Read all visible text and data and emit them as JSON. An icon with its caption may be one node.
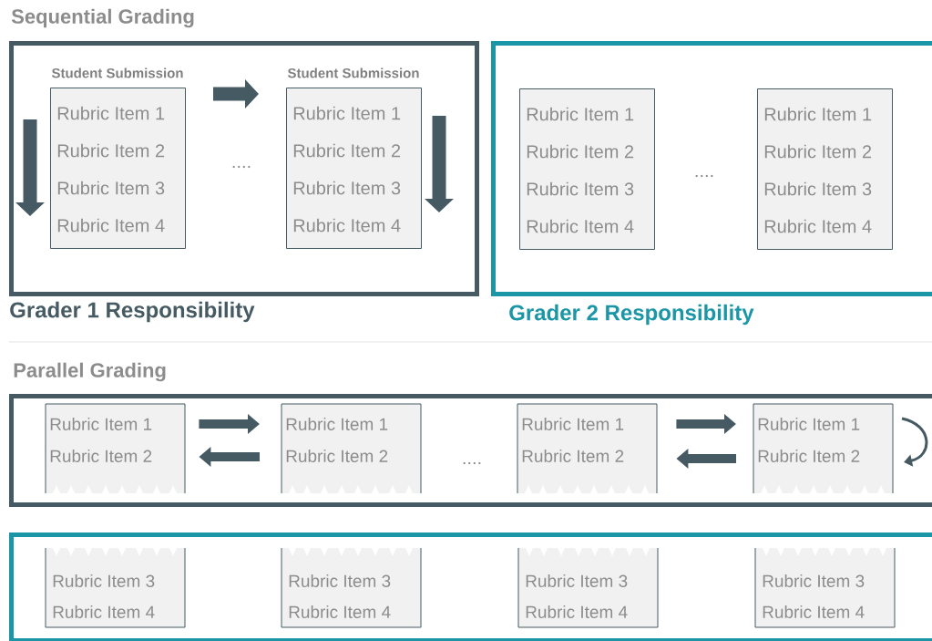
{
  "diagram": {
    "nodes": [
      {
        "text": [
          "Grader 1 Responsibility"
        ]
      },
      {
        "text": [
          "Student Submission",
          "Rubric Item 1",
          "Rubric Item 2",
          "Rubric Item 3",
          "Rubric Item 4"
        ],
        "in": 0
      },
      {
        "text": [
          "Student Submission",
          "Rubric Item 1",
          "Rubric Item 2",
          "Rubric Item 3",
          "Rubric Item 4"
        ],
        "in": 0
      },
      {
        "text": [
          "Grader 2 Responsibility"
        ]
      },
      {
        "text": [
          "Rubric Item 1",
          "Rubric Item 2",
          "Rubric Item 3",
          "Rubric Item 4"
        ],
        "in": 3
      },
      {
        "text": [
          "Rubric Item 1",
          "Rubric Item 2",
          "Rubric Item 3",
          "Rubric Item 4"
        ],
        "in": 3
      },
      {
        "text": [],
        "shape": "box"
      },
      {
        "text": [
          "Rubric Item 1",
          "Rubric Item 2"
        ],
        "in": 6
      },
      {
        "text": [
          "Rubric Item 1",
          "Rubric Item 2"
        ],
        "in": 6
      },
      {
        "text": [
          "Rubric Item 1",
          "Rubric Item 2"
        ],
        "in": 6
      },
      {
        "text": [
          "Rubric Item 1",
          "Rubric Item 2"
        ],
        "in": 6
      },
      {
        "text": [],
        "shape": "box"
      },
      {
        "text": [
          "Rubric Item 3",
          "Rubric Item 4"
        ],
        "in": 11
      },
      {
        "text": [
          "Rubric Item 3",
          "Rubric Item 4"
        ],
        "in": 11
      },
      {
        "text": [
          "Rubric Item 3",
          "Rubric Item 4"
        ],
        "in": 11
      },
      {
        "text": [
          "Rubric Item 3",
          "Rubric Item 4"
        ],
        "in": 11
      }
    ],
    "edges": [
      {
        "from": 1,
        "to": 2,
        "arrow": "to"
      },
      {
        "from": 7,
        "to": 8,
        "arrow": "to"
      },
      {
        "from": 8,
        "to": 7,
        "arrow": "to"
      },
      {
        "from": 9,
        "to": 10,
        "arrow": "to"
      },
      {
        "from": 10,
        "to": 9,
        "arrow": "to"
      }
    ],
    "labels": [
      "Sequential Grading",
      "....",
      "....",
      "Parallel Grading",
      "...."
    ]
  }
}
